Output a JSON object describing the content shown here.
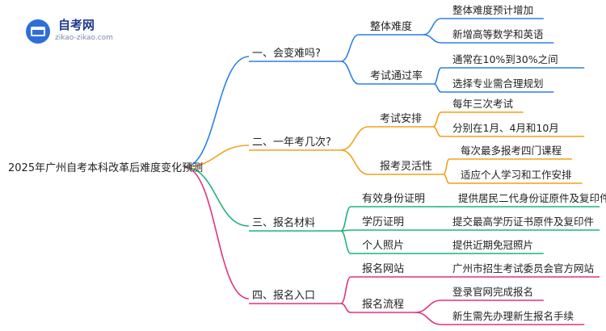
{
  "logo": {
    "title": "自考网",
    "url": "zikao-zikao.com"
  },
  "root": {
    "label": "2025年广州自考本科改革后难度变化预测"
  },
  "branches": [
    {
      "label": "一、会变难吗?",
      "color": "#2f7fe6",
      "children": [
        {
          "label": "整体难度",
          "leaves": [
            "整体难度预计增加",
            "新增高等数学和英语"
          ]
        },
        {
          "label": "考试通过率",
          "leaves": [
            "通常在10%到30%之间",
            "选择专业需合理规划"
          ]
        }
      ]
    },
    {
      "label": "二、一年考几次?",
      "color": "#f0a21a",
      "children": [
        {
          "label": "考试安排",
          "leaves": [
            "每年三次考试",
            "分别在1月、4月和10月"
          ]
        },
        {
          "label": "报考灵活性",
          "leaves": [
            "每次最多报考四门课程",
            "适应个人学习和工作安排"
          ]
        }
      ]
    },
    {
      "label": "三、报名材料",
      "color": "#1fb37a",
      "children": [
        {
          "label": "有效身份证明",
          "leaves": [
            "提供居民二代身份证原件及复印件"
          ]
        },
        {
          "label": "学历证明",
          "leaves": [
            "提交最高学历证书原件及复印件"
          ]
        },
        {
          "label": "个人照片",
          "leaves": [
            "提供近期免冠照片"
          ]
        }
      ]
    },
    {
      "label": "四、报名入口",
      "color": "#e0327e",
      "children": [
        {
          "label": "报名网站",
          "leaves": [
            "广州市招生考试委员会官方网站"
          ]
        },
        {
          "label": "报名流程",
          "leaves": [
            "登录官网完成报名",
            "新生需先办理新生报名手续"
          ]
        }
      ]
    }
  ]
}
